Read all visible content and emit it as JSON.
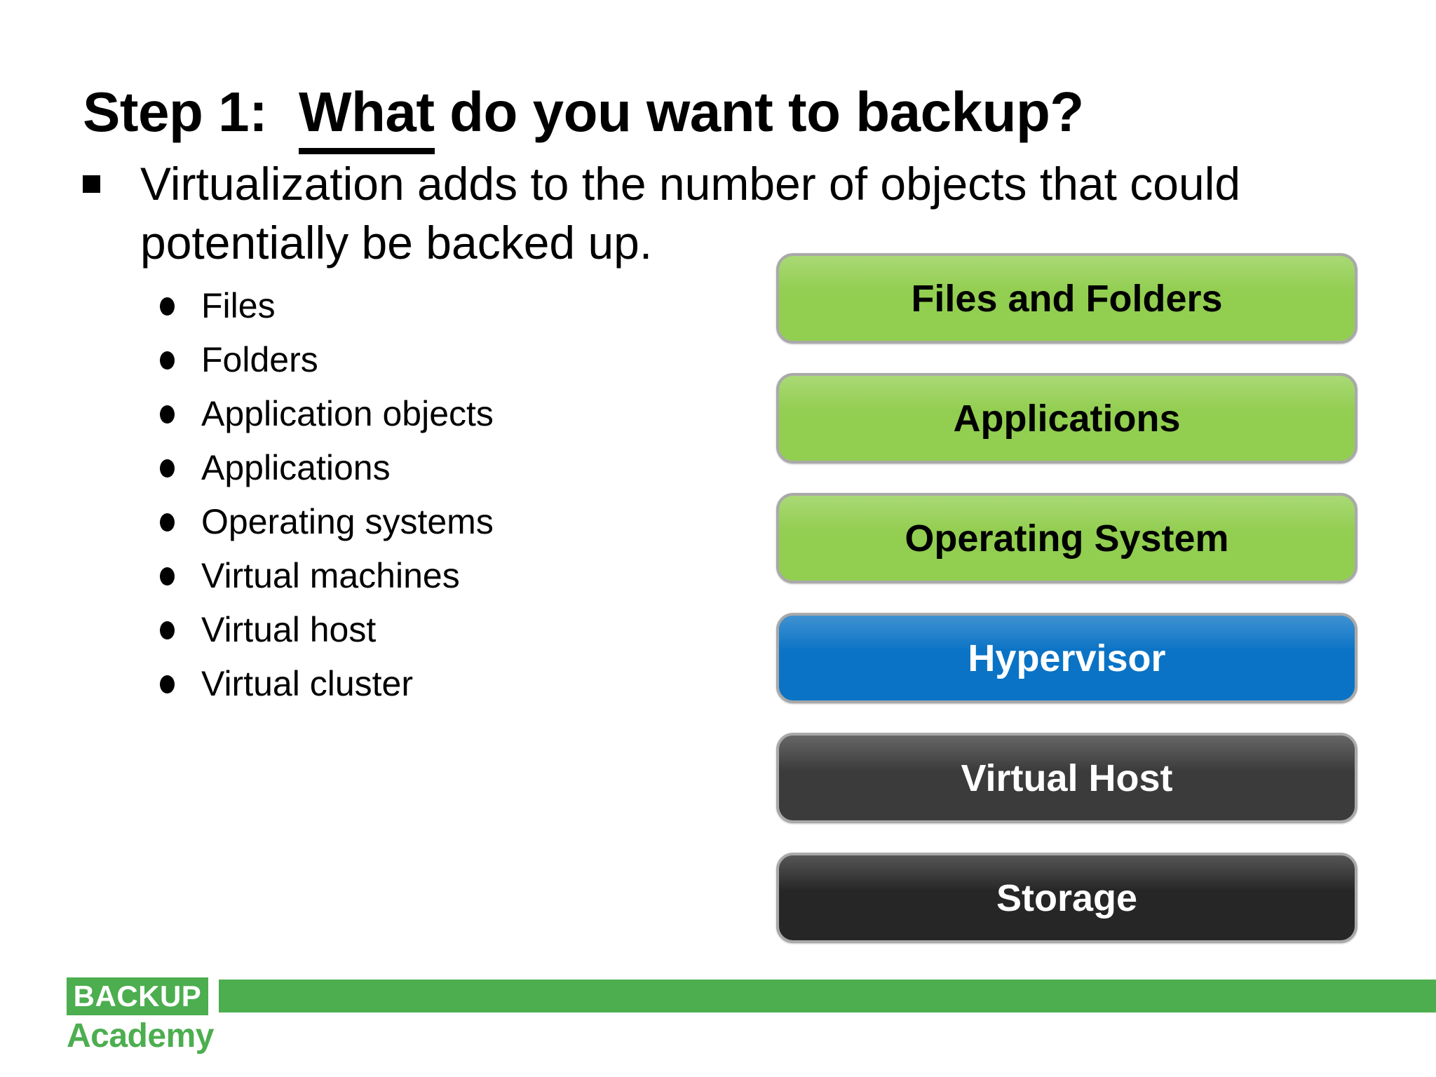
{
  "slide": {
    "title": {
      "prefix": "Step 1:",
      "emphasis": "What",
      "suffix": "do you want to backup?"
    },
    "intro_bullet": "Virtualization adds to the number of objects that could potentially be backed up.",
    "sub_bullets": [
      "Files",
      "Folders",
      "Application objects",
      "Applications",
      "Operating systems",
      "Virtual machines",
      "Virtual host",
      "Virtual cluster"
    ],
    "stack_diagram": {
      "border_color": "#A9A9A9",
      "boxes": [
        {
          "label": "Files and Folders",
          "bg": "#92CE50",
          "fg": "#000000"
        },
        {
          "label": "Applications",
          "bg": "#92CE50",
          "fg": "#000000"
        },
        {
          "label": "Operating System",
          "bg": "#92CE50",
          "fg": "#000000"
        },
        {
          "label": "Hypervisor",
          "bg": "#0A73C5",
          "fg": "#FFFFFF"
        },
        {
          "label": "Virtual Host",
          "bg": "#3B3B3B",
          "fg": "#FFFFFF"
        },
        {
          "label": "Storage",
          "bg": "#262626",
          "fg": "#FFFFFF"
        }
      ]
    },
    "footer": {
      "logo_top": "BACKUP",
      "logo_bottom": "Academy",
      "accent_green": "#4CAE4F"
    }
  }
}
